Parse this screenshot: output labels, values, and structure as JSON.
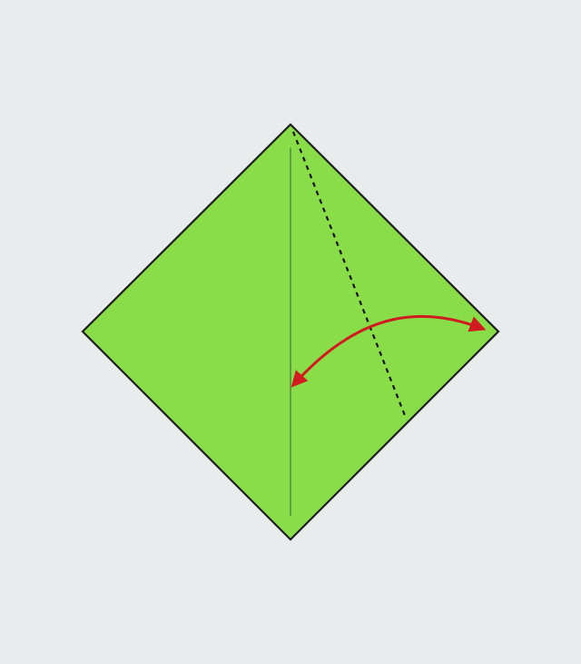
{
  "diagram": {
    "kind": "origami-fold-step",
    "fold": "kite-fold-right-edge-to-center-crease",
    "colors": {
      "background": "#E8ECEC",
      "paper": "#88DD48",
      "paper_outline": "#1E1E1E",
      "center_crease": "#5E9E3E",
      "fold_line": "#141414",
      "arrow": "#D01C20"
    },
    "elements": [
      {
        "name": "paper-square",
        "role": "paper shown as diamond"
      },
      {
        "name": "center-crease-line",
        "role": "existing vertical valley crease"
      },
      {
        "name": "dashed-fold-line",
        "role": "valley fold to make"
      },
      {
        "name": "fold-arrow",
        "role": "bring right corner to center crease (double-headed)"
      }
    ]
  }
}
